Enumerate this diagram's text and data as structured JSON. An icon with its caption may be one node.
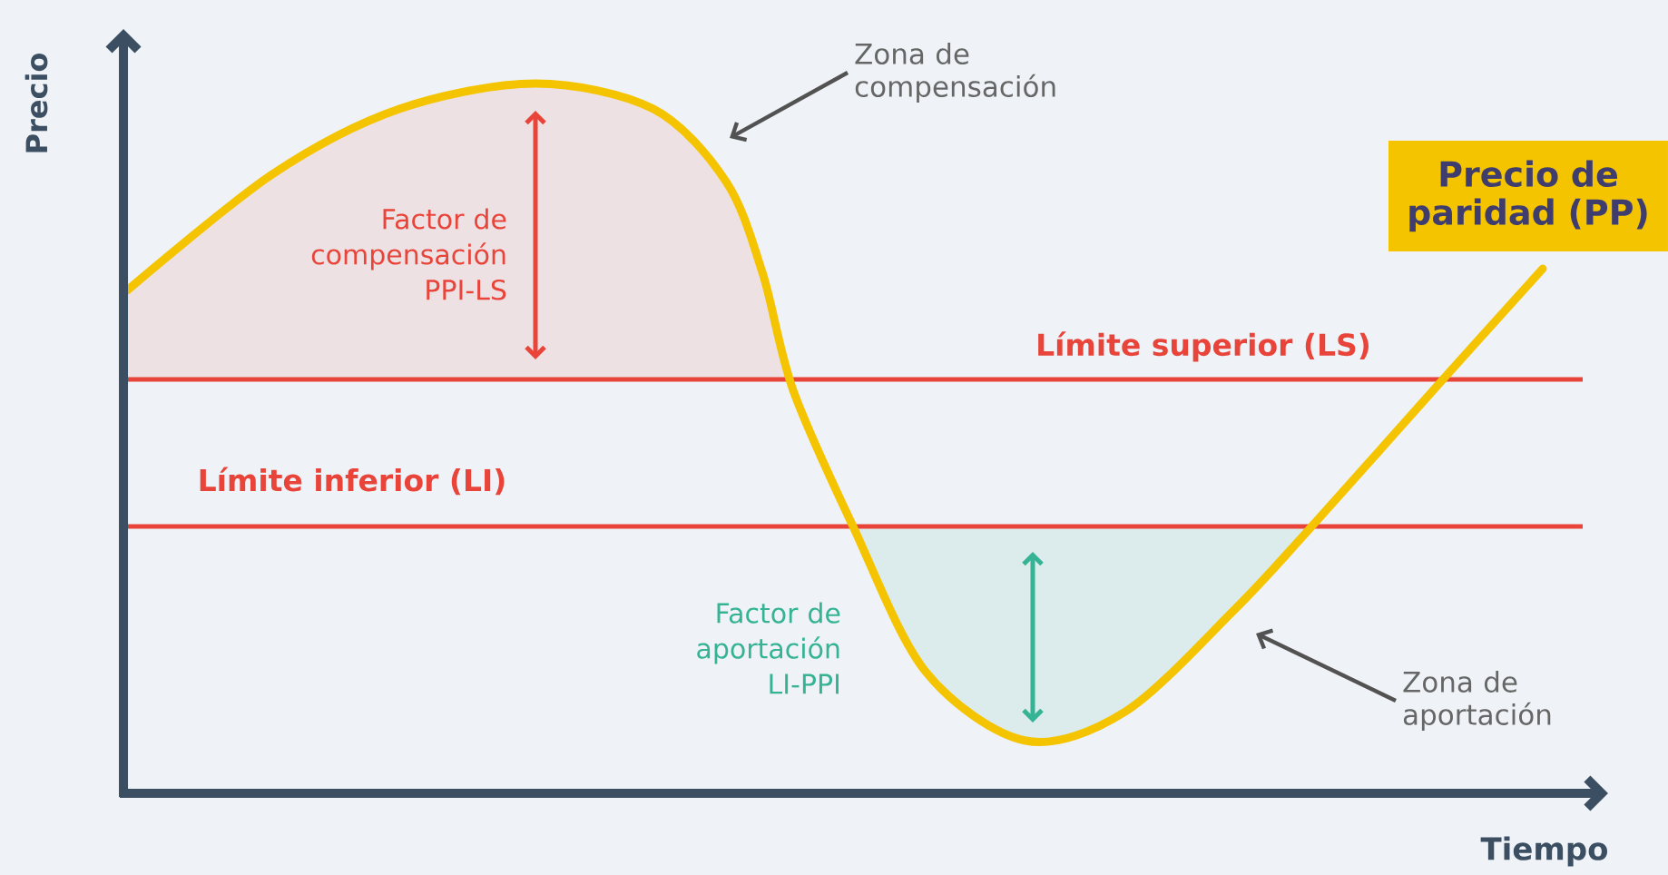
{
  "diagram": {
    "nodes": [
      {
        "text": [
          "Zona de compensación"
        ]
      },
      {
        "text": [
          "Zona de aportación"
        ]
      },
      {
        "text": [
          "Precio de paridad (PP)"
        ]
      }
    ],
    "edges": [
      {
        "from": 0,
        "to": null,
        "arrow": "to"
      },
      {
        "from": 1,
        "to": null,
        "arrow": "to"
      }
    ],
    "labels": [
      "Precio",
      "Factor de compensación PPI-LS",
      "Límite superior (LS)",
      "Límite inferior (LI)",
      "Factor de aportación LI-PPI",
      "Tiempo"
    ]
  }
}
